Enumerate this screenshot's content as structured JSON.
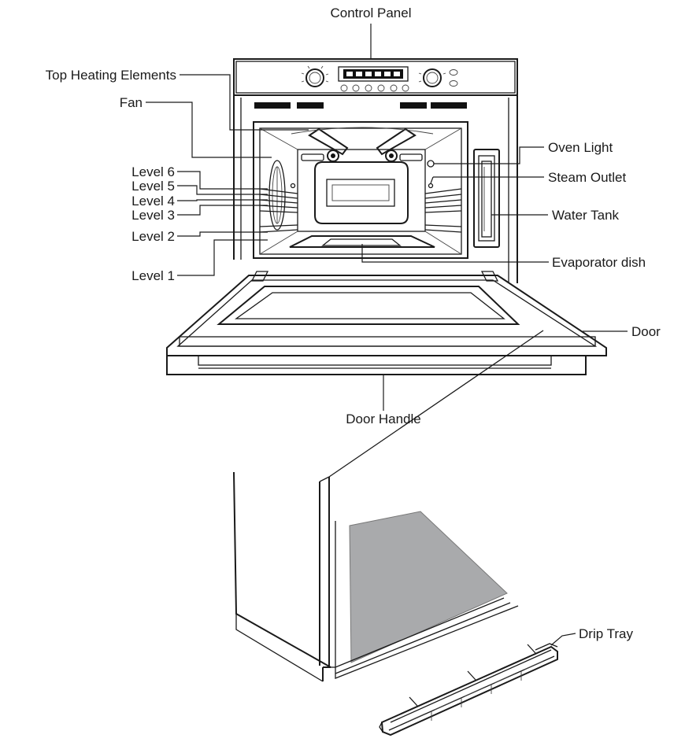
{
  "labels": {
    "control_panel": "Control Panel",
    "top_heating_elements": "Top Heating Elements",
    "fan": "Fan",
    "level_6": "Level 6",
    "level_5": "Level 5",
    "level_4": "Level 4",
    "level_3": "Level 3",
    "level_2": "Level 2",
    "level_1": "Level 1",
    "oven_light": "Oven Light",
    "steam_outlet": "Steam Outlet",
    "water_tank": "Water Tank",
    "evaporator_dish": "Evaporator dish",
    "door": "Door",
    "door_handle": "Door Handle",
    "drip_tray": "Drip Tray"
  },
  "colors": {
    "line": "#1a1a1a",
    "glass_fill": "#a9aaac",
    "background": "#ffffff"
  }
}
